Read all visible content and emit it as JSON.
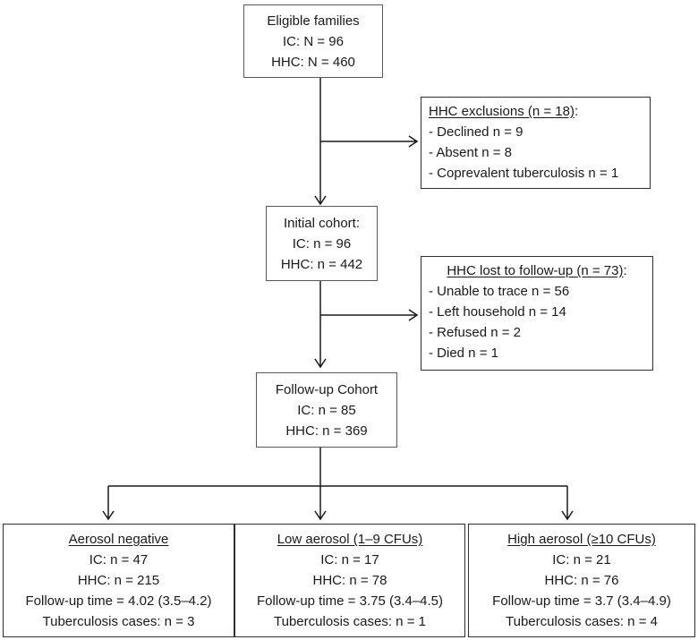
{
  "diagram": {
    "colors": {
      "border_main": "#5a5a5a",
      "border_side": "#2f2f2f",
      "text": "#1a1a1a",
      "line": "#1a1a1a",
      "background": "#ffffff"
    },
    "boxes": {
      "eligible": {
        "lines": [
          "Eligible families",
          "IC: N = 96",
          "HHC: N = 460"
        ]
      },
      "hhc_exclusions": {
        "title": "HHC exclusions (n = 18)",
        "suffix": ":",
        "items": [
          "- Declined n = 9",
          "- Absent n = 8",
          "- Coprevalent tuberculosis n = 1"
        ]
      },
      "initial": {
        "lines": [
          "Initial cohort:",
          "IC: n = 96",
          "HHC: n = 442"
        ]
      },
      "hhc_lost": {
        "title": "HHC lost to follow-up (n = 73)",
        "suffix": ":",
        "items": [
          "- Unable to trace n = 56",
          "- Left household n = 14",
          "- Refused n = 2",
          "- Died n = 1"
        ]
      },
      "followup": {
        "lines": [
          "Follow-up Cohort",
          "IC: n = 85",
          "HHC: n = 369"
        ]
      },
      "aerosol_negative": {
        "title": "Aerosol negative",
        "items": [
          "IC: n = 47",
          "HHC: n = 215",
          "Follow-up time = 4.02 (3.5–4.2)",
          "Tuberculosis cases: n = 3"
        ]
      },
      "low_aerosol": {
        "title": "Low aerosol (1–9 CFUs)",
        "items": [
          "IC: n = 17",
          "HHC: n = 78",
          "Follow-up time = 3.75 (3.4–4.5)",
          "Tuberculosis cases: n = 1"
        ]
      },
      "high_aerosol": {
        "title": "High aerosol (≥10 CFUs)",
        "items": [
          "IC: n = 21",
          "HHC: n = 76",
          "Follow-up time = 3.7 (3.4–4.9)",
          "Tuberculosis cases: n = 4"
        ]
      }
    }
  }
}
